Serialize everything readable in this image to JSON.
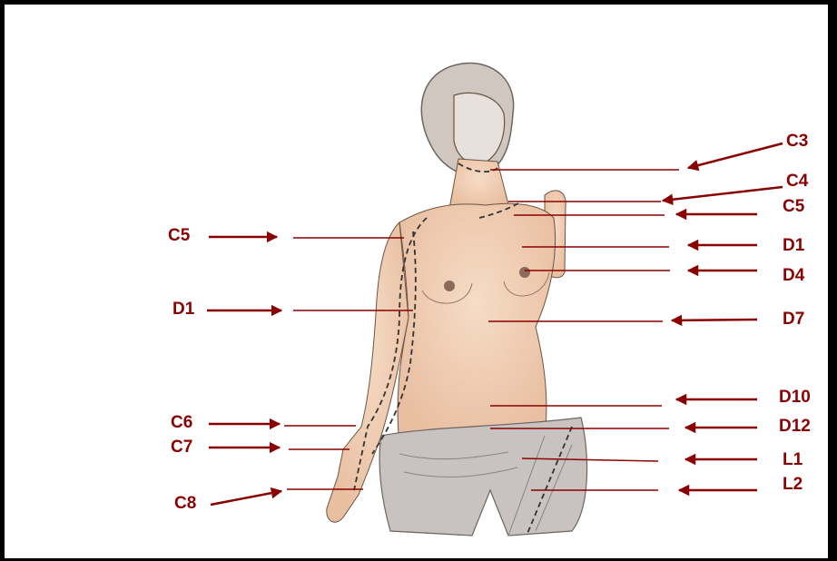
{
  "colors": {
    "label": "#8b0000",
    "arrow": "#8b0000",
    "skin": "#f1cfb4",
    "outline": "#6b5444"
  },
  "labels_left": [
    "C5",
    "D1",
    "C6",
    "C7",
    "C8"
  ],
  "labels_right": [
    "C3",
    "C4",
    "C5",
    "D1",
    "D4",
    "D7",
    "D10",
    "D12",
    "L1",
    "L2"
  ]
}
